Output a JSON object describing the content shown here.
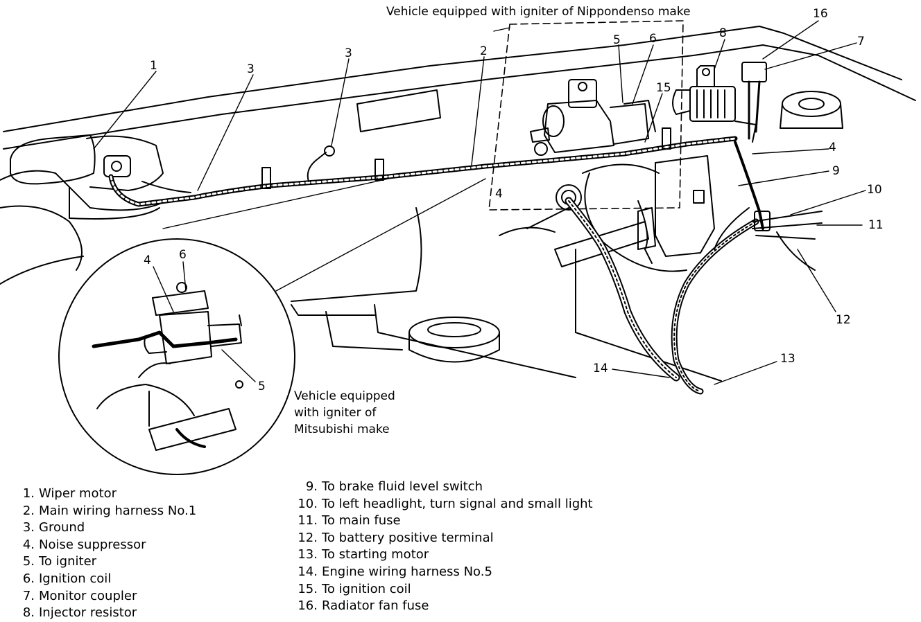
{
  "header_caption": "Vehicle equipped with igniter of Nippondenso make",
  "inset_caption": [
    "Vehicle equipped",
    "with igniter of",
    "Mitsubishi make"
  ],
  "callouts": {
    "c1": "1",
    "c2": "2",
    "c3a": "3",
    "c3b": "3",
    "c4a": "4",
    "c4b": "4",
    "c5": "5",
    "c6": "6",
    "c7": "7",
    "c8": "8",
    "c9": "9",
    "c10": "10",
    "c11": "11",
    "c12": "12",
    "c13": "13",
    "c14": "14",
    "c15": "15",
    "c16": "16",
    "inset_c4": "4",
    "inset_c5": "5",
    "inset_c6": "6"
  },
  "legend_left": [
    {
      "num": "1.",
      "text": "Wiper motor"
    },
    {
      "num": "2.",
      "text": "Main wiring harness No.1"
    },
    {
      "num": "3.",
      "text": "Ground"
    },
    {
      "num": "4.",
      "text": "Noise suppressor"
    },
    {
      "num": "5.",
      "text": "To igniter"
    },
    {
      "num": "6.",
      "text": "Ignition coil"
    },
    {
      "num": "7.",
      "text": "Monitor coupler"
    },
    {
      "num": "8.",
      "text": "Injector resistor"
    }
  ],
  "legend_right": [
    {
      "num": "9.",
      "text": "To brake fluid level switch"
    },
    {
      "num": "10.",
      "text": "To left headlight, turn signal and small light"
    },
    {
      "num": "11.",
      "text": "To main fuse"
    },
    {
      "num": "12.",
      "text": "To battery positive terminal"
    },
    {
      "num": "13.",
      "text": "To starting motor"
    },
    {
      "num": "14.",
      "text": "Engine wiring harness No.5"
    },
    {
      "num": "15.",
      "text": "To ignition coil"
    },
    {
      "num": "16.",
      "text": "Radiator fan fuse"
    }
  ]
}
